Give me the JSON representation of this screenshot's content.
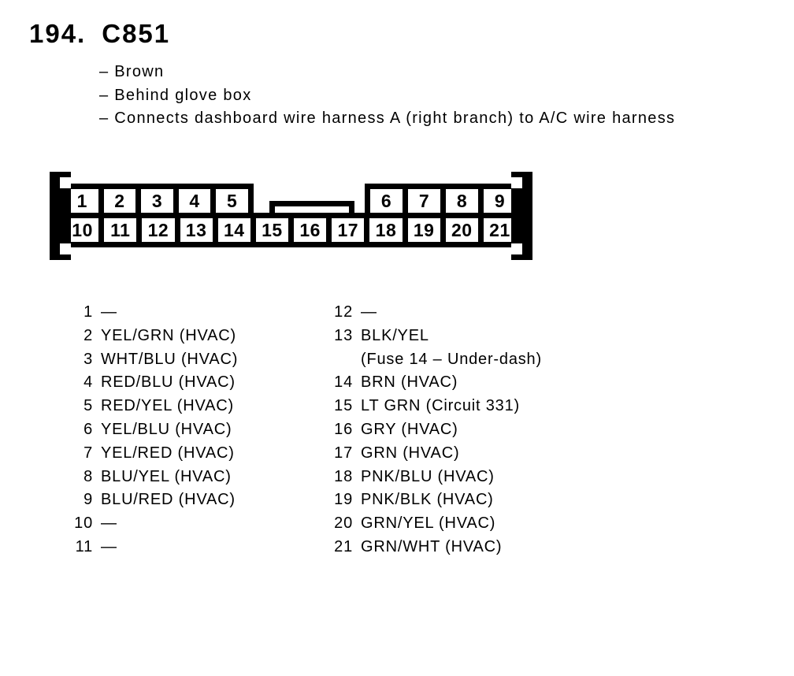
{
  "title": {
    "number": "194.",
    "code": "C851"
  },
  "notes": [
    "– Brown",
    "– Behind glove box",
    "– Connects dashboard wire harness A (right branch) to A/C wire harness"
  ],
  "connector": {
    "top_left_pins": [
      "1",
      "2",
      "3",
      "4",
      "5"
    ],
    "top_right_pins": [
      "6",
      "7",
      "8",
      "9"
    ],
    "bottom_pins": [
      "10",
      "11",
      "12",
      "13",
      "14",
      "15",
      "16",
      "17",
      "18",
      "19",
      "20",
      "21"
    ]
  },
  "pin_list": {
    "left": [
      {
        "num": "1",
        "desc": "—"
      },
      {
        "num": "2",
        "desc": "YEL/GRN (HVAC)"
      },
      {
        "num": "3",
        "desc": "WHT/BLU (HVAC)"
      },
      {
        "num": "4",
        "desc": "RED/BLU (HVAC)"
      },
      {
        "num": "5",
        "desc": "RED/YEL (HVAC)"
      },
      {
        "num": "6",
        "desc": "YEL/BLU (HVAC)"
      },
      {
        "num": "7",
        "desc": "YEL/RED (HVAC)"
      },
      {
        "num": "8",
        "desc": "BLU/YEL (HVAC)"
      },
      {
        "num": "9",
        "desc": "BLU/RED (HVAC)"
      },
      {
        "num": "10",
        "desc": "—"
      },
      {
        "num": "11",
        "desc": "—"
      }
    ],
    "right": [
      {
        "num": "12",
        "desc": "—"
      },
      {
        "num": "13",
        "desc": "BLK/YEL",
        "desc2": "(Fuse 14 – Under-dash)"
      },
      {
        "num": "14",
        "desc": "BRN (HVAC)"
      },
      {
        "num": "15",
        "desc": "LT GRN (Circuit 331)"
      },
      {
        "num": "16",
        "desc": "GRY (HVAC)"
      },
      {
        "num": "17",
        "desc": "GRN (HVAC)"
      },
      {
        "num": "18",
        "desc": "PNK/BLU (HVAC)"
      },
      {
        "num": "19",
        "desc": "PNK/BLK (HVAC)"
      },
      {
        "num": "20",
        "desc": "GRN/YEL (HVAC)"
      },
      {
        "num": "21",
        "desc": "GRN/WHT (HVAC)"
      }
    ]
  },
  "colors": {
    "ink": "#000000",
    "paper": "#ffffff"
  }
}
